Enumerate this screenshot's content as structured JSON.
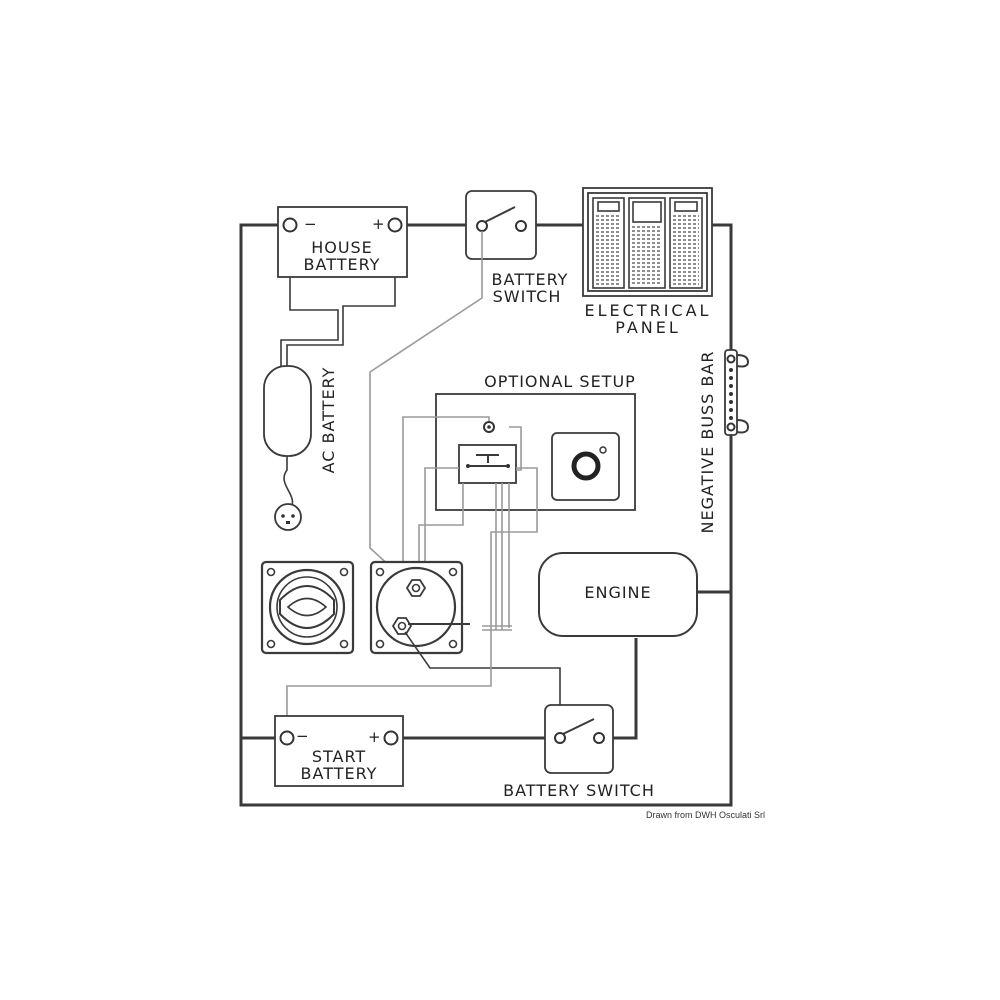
{
  "labels": {
    "house_battery": [
      "HOUSE",
      "BATTERY"
    ],
    "battery_switch_top": [
      "BATTERY",
      "SWITCH"
    ],
    "electrical_panel": [
      "ELECTRICAL",
      "PANEL"
    ],
    "ac_battery": "AC BATTERY",
    "optional_setup": "OPTIONAL SETUP",
    "negative_buss_bar": "NEGATIVE BUSS BAR",
    "engine": "ENGINE",
    "start_battery": [
      "START",
      "BATTERY"
    ],
    "battery_switch_bottom": "BATTERY SWITCH",
    "minus": "−",
    "plus": "+"
  },
  "credit": "Drawn from DWH Osculati Srl",
  "colors": {
    "line": "#3a3a3a",
    "thin_wire": "#9a9a9a",
    "background": "#ffffff"
  }
}
